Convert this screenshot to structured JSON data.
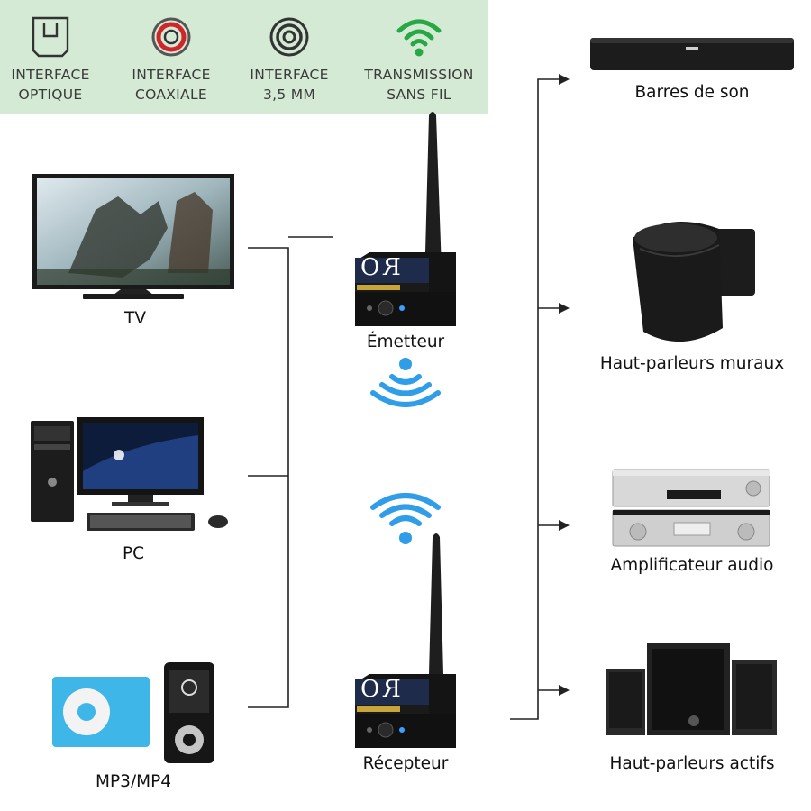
{
  "features": [
    {
      "icon": "optical-port-icon",
      "line1": "INTERFACE",
      "line2": "OPTIQUE"
    },
    {
      "icon": "coaxial-port-icon",
      "line1": "INTERFACE",
      "line2": "COAXIALE"
    },
    {
      "icon": "jack-3-5mm-icon",
      "line1": "INTERFACE",
      "line2": "3,5 MM"
    },
    {
      "icon": "wifi-icon",
      "line1": "TRANSMISSION",
      "line2": "SANS FIL"
    }
  ],
  "sources": {
    "tv": "TV",
    "pc": "PC",
    "mp3": "MP3/MP4"
  },
  "devices": {
    "emitter": "Émetteur",
    "receiver": "Récepteur",
    "emitter_brand": "RO",
    "receiver_brand": "RO"
  },
  "outputs": {
    "soundbar": "Barres de son",
    "wall_speakers": "Haut-parleurs muraux",
    "amplifier": "Amplificateur audio",
    "active_speakers": "Haut-parleurs actifs"
  },
  "colors": {
    "banner": "#d5ead5",
    "wifi_green": "#27a844",
    "wifi_blue": "#2f9de8",
    "coax_red": "#d0262b",
    "mp3_blue": "#3fb6e8"
  }
}
